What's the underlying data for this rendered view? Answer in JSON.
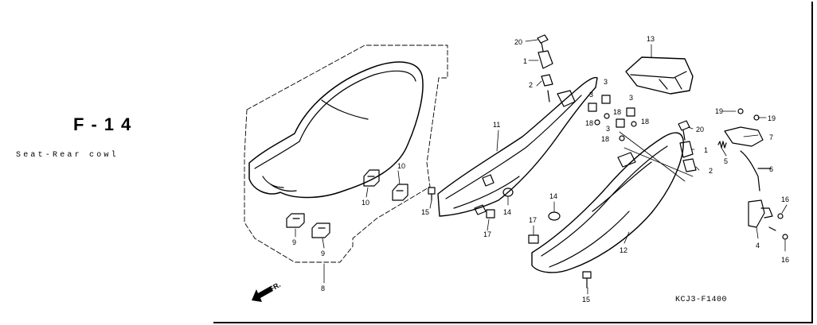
{
  "header": {
    "title": "F-14",
    "subtitle": "Seat-Rear cowl"
  },
  "footer": {
    "diagram_code": "KCJ3-F1400",
    "front_marker": "FR."
  },
  "callouts": [
    {
      "id": "c20a",
      "label": "20"
    },
    {
      "id": "c1a",
      "label": "1"
    },
    {
      "id": "c2a",
      "label": "2"
    },
    {
      "id": "c13",
      "label": "13"
    },
    {
      "id": "c3a",
      "label": "3"
    },
    {
      "id": "c3b",
      "label": "3"
    },
    {
      "id": "c3c",
      "label": "3"
    },
    {
      "id": "c3d",
      "label": "3"
    },
    {
      "id": "c18a",
      "label": "18"
    },
    {
      "id": "c18b",
      "label": "18"
    },
    {
      "id": "c18c",
      "label": "18"
    },
    {
      "id": "c18d",
      "label": "18"
    },
    {
      "id": "c19a",
      "label": "19"
    },
    {
      "id": "c19b",
      "label": "19"
    },
    {
      "id": "c20b",
      "label": "20"
    },
    {
      "id": "c7",
      "label": "7"
    },
    {
      "id": "c1b",
      "label": "1"
    },
    {
      "id": "c5",
      "label": "5"
    },
    {
      "id": "c2b",
      "label": "2"
    },
    {
      "id": "c6",
      "label": "6"
    },
    {
      "id": "c11",
      "label": "11"
    },
    {
      "id": "c10a",
      "label": "10"
    },
    {
      "id": "c10b",
      "label": "10"
    },
    {
      "id": "c15a",
      "label": "15"
    },
    {
      "id": "c14a",
      "label": "14"
    },
    {
      "id": "c14b",
      "label": "14"
    },
    {
      "id": "c17a",
      "label": "17"
    },
    {
      "id": "c17b",
      "label": "17"
    },
    {
      "id": "c16a",
      "label": "16"
    },
    {
      "id": "c16b",
      "label": "16"
    },
    {
      "id": "c4",
      "label": "4"
    },
    {
      "id": "c12",
      "label": "12"
    },
    {
      "id": "c9a",
      "label": "9"
    },
    {
      "id": "c9b",
      "label": "9"
    },
    {
      "id": "c8",
      "label": "8"
    },
    {
      "id": "c15b",
      "label": "15"
    }
  ]
}
